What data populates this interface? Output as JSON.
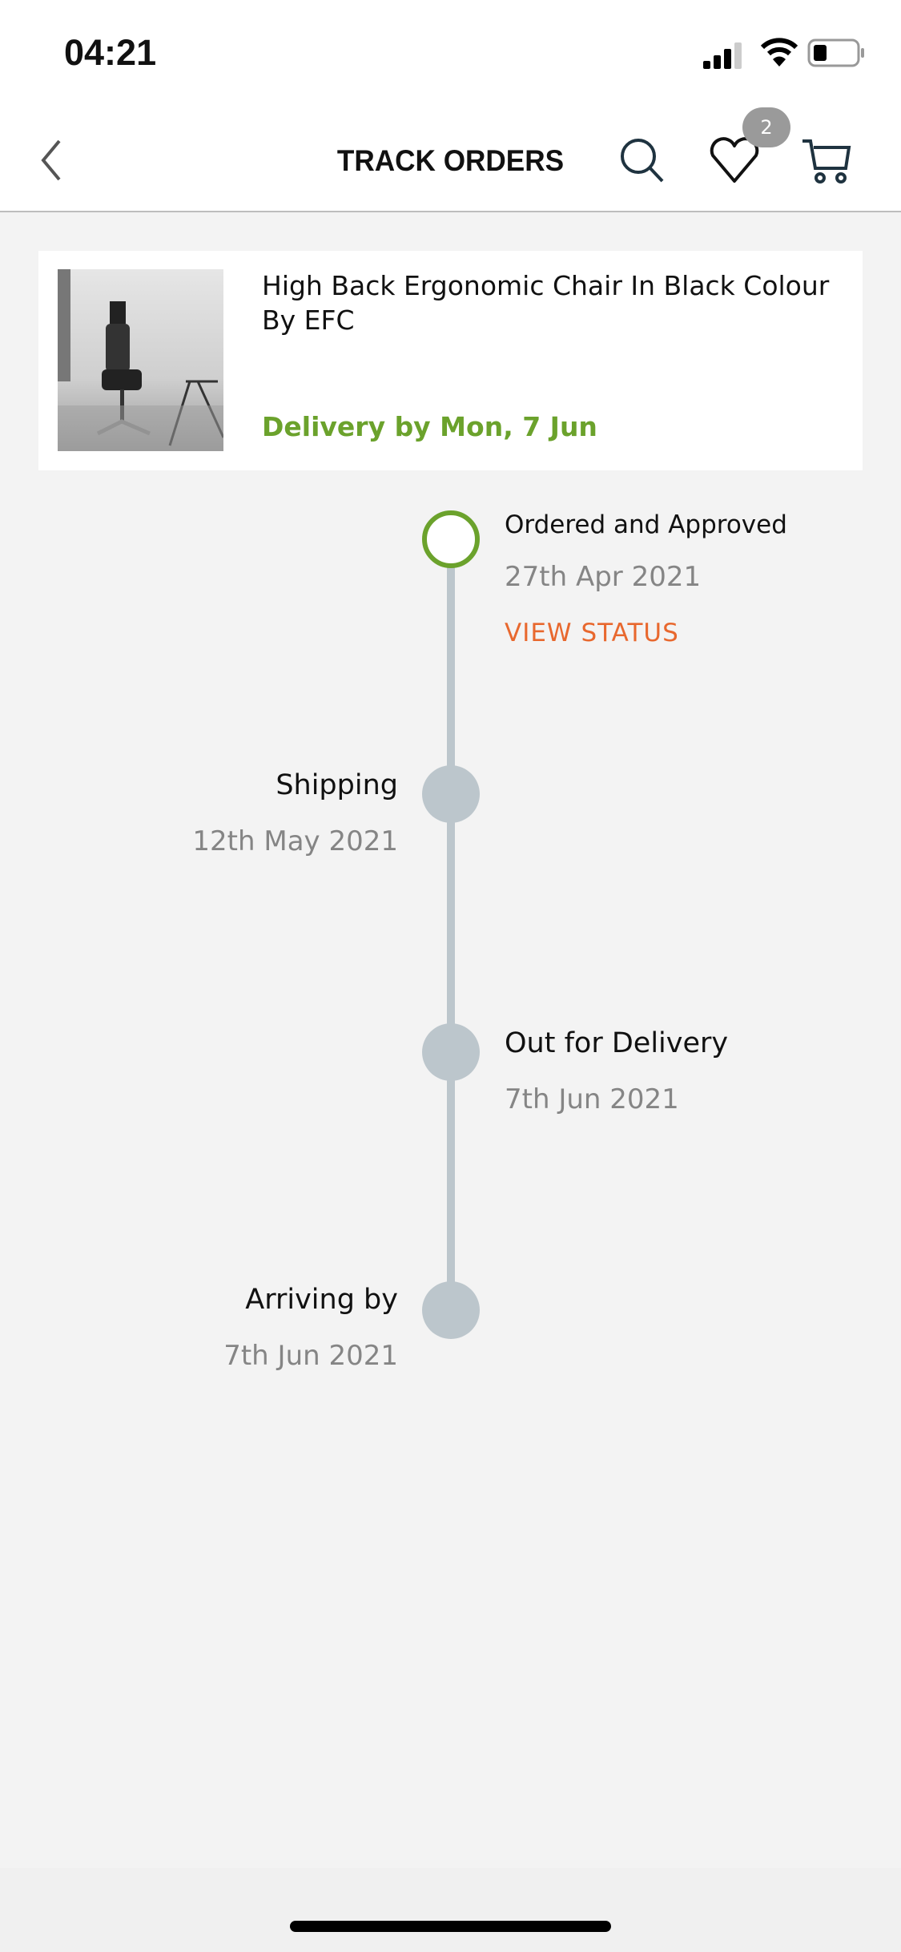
{
  "status_bar": {
    "time": "04:21"
  },
  "header": {
    "title": "TRACK ORDERS",
    "wishlist_count": "2",
    "icons": [
      "back-icon",
      "search-icon",
      "heart-icon",
      "cart-icon"
    ]
  },
  "product": {
    "title": "High Back Ergonomic Chair In Black Colour By EFC",
    "delivery": "Delivery by Mon, 7 Jun"
  },
  "timeline": [
    {
      "label": "Ordered and Approved",
      "date": "27th Apr 2021",
      "action": "VIEW STATUS",
      "done": true
    },
    {
      "label": "Shipping",
      "date": "12th May 2021",
      "done": false
    },
    {
      "label": "Out for Delivery",
      "date": "7th Jun 2021",
      "done": false
    },
    {
      "label": "Arriving by",
      "date": "7th Jun 2021",
      "done": false
    }
  ],
  "colors": {
    "accent_green": "#6ba22c",
    "action_orange": "#e8682e",
    "inactive": "#bcc6cc"
  }
}
